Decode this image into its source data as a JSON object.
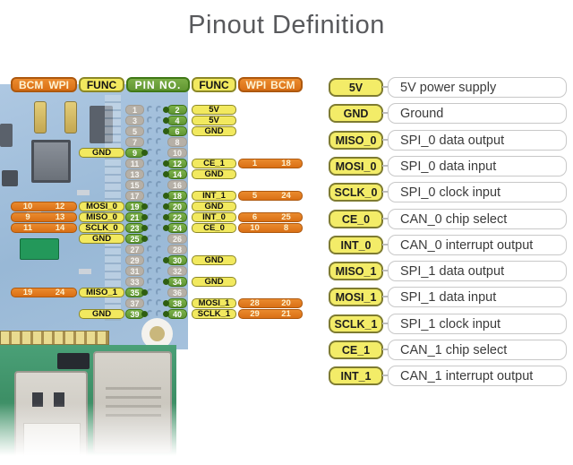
{
  "title": "Pinout Definition",
  "colors": {
    "orange_box": "#d96f15",
    "yellow_box": "#f2e95f",
    "green_box": "#619633",
    "gray_box": "#b6b0a7",
    "title_text": "#58595c"
  },
  "pin_table": {
    "header": {
      "bcm_left": "BCM",
      "wpi_left": "WPI",
      "func_left": "FUNC",
      "pin_no": "PIN NO.",
      "func_right": "FUNC",
      "wpi_right": "WPI",
      "bcm_right": "BCM"
    },
    "rows": [
      {
        "left_pin": "1",
        "left_active": false,
        "right_pin": "2",
        "right_active": true,
        "right_func": "5V"
      },
      {
        "left_pin": "3",
        "left_active": false,
        "right_pin": "4",
        "right_active": true,
        "right_func": "5V"
      },
      {
        "left_pin": "5",
        "left_active": false,
        "right_pin": "6",
        "right_active": true,
        "right_func": "GND"
      },
      {
        "left_pin": "7",
        "left_active": false,
        "right_pin": "8",
        "right_active": false
      },
      {
        "left_pin": "9",
        "left_active": true,
        "left_func": "GND",
        "right_pin": "10",
        "right_active": false
      },
      {
        "left_pin": "11",
        "left_active": false,
        "right_pin": "12",
        "right_active": true,
        "right_func": "CE_1",
        "right_wpi": "1",
        "right_bcm": "18"
      },
      {
        "left_pin": "13",
        "left_active": false,
        "right_pin": "14",
        "right_active": true,
        "right_func": "GND"
      },
      {
        "left_pin": "15",
        "left_active": false,
        "right_pin": "16",
        "right_active": false
      },
      {
        "left_pin": "17",
        "left_active": false,
        "right_pin": "18",
        "right_active": true,
        "right_func": "INT_1",
        "right_wpi": "5",
        "right_bcm": "24"
      },
      {
        "left_pin": "19",
        "left_active": true,
        "left_func": "MOSI_0",
        "left_bcm": "10",
        "left_wpi": "12",
        "right_pin": "20",
        "right_active": true,
        "right_func": "GND"
      },
      {
        "left_pin": "21",
        "left_active": true,
        "left_func": "MISO_0",
        "left_bcm": "9",
        "left_wpi": "13",
        "right_pin": "22",
        "right_active": true,
        "right_func": "INT_0",
        "right_wpi": "6",
        "right_bcm": "25"
      },
      {
        "left_pin": "23",
        "left_active": true,
        "left_func": "SCLK_0",
        "left_bcm": "11",
        "left_wpi": "14",
        "right_pin": "24",
        "right_active": true,
        "right_func": "CE_0",
        "right_wpi": "10",
        "right_bcm": "8"
      },
      {
        "left_pin": "25",
        "left_active": true,
        "left_func": "GND",
        "right_pin": "26",
        "right_active": false
      },
      {
        "left_pin": "27",
        "left_active": false,
        "right_pin": "28",
        "right_active": false
      },
      {
        "left_pin": "29",
        "left_active": false,
        "right_pin": "30",
        "right_active": true,
        "right_func": "GND"
      },
      {
        "left_pin": "31",
        "left_active": false,
        "right_pin": "32",
        "right_active": false
      },
      {
        "left_pin": "33",
        "left_active": false,
        "right_pin": "34",
        "right_active": true,
        "right_func": "GND"
      },
      {
        "left_pin": "35",
        "left_active": true,
        "left_func": "MISO_1",
        "left_bcm": "19",
        "left_wpi": "24",
        "right_pin": "36",
        "right_active": false
      },
      {
        "left_pin": "37",
        "left_active": false,
        "right_pin": "38",
        "right_active": true,
        "right_func": "MOSI_1",
        "right_wpi": "28",
        "right_bcm": "20"
      },
      {
        "left_pin": "39",
        "left_active": true,
        "left_func": "GND",
        "right_pin": "40",
        "right_active": true,
        "right_func": "SCLK_1",
        "right_wpi": "29",
        "right_bcm": "21"
      }
    ]
  },
  "legend": [
    {
      "badge": "5V",
      "description": "5V power supply"
    },
    {
      "badge": "GND",
      "description": "Ground"
    },
    {
      "badge": "MISO_0",
      "description": "SPI_0 data output"
    },
    {
      "badge": "MOSI_0",
      "description": "SPI_0 data input"
    },
    {
      "badge": "SCLK_0",
      "description": "SPI_0 clock input"
    },
    {
      "badge": "CE_0",
      "description": "CAN_0 chip select"
    },
    {
      "badge": "INT_0",
      "description": "CAN_0 interrupt output"
    },
    {
      "badge": "MISO_1",
      "description": "SPI_1 data output"
    },
    {
      "badge": "MOSI_1",
      "description": "SPI_1 data input"
    },
    {
      "badge": "SCLK_1",
      "description": "SPI_1 clock input"
    },
    {
      "badge": "CE_1",
      "description": "CAN_1 chip select"
    },
    {
      "badge": "INT_1",
      "description": "CAN_1 interrupt output"
    }
  ]
}
